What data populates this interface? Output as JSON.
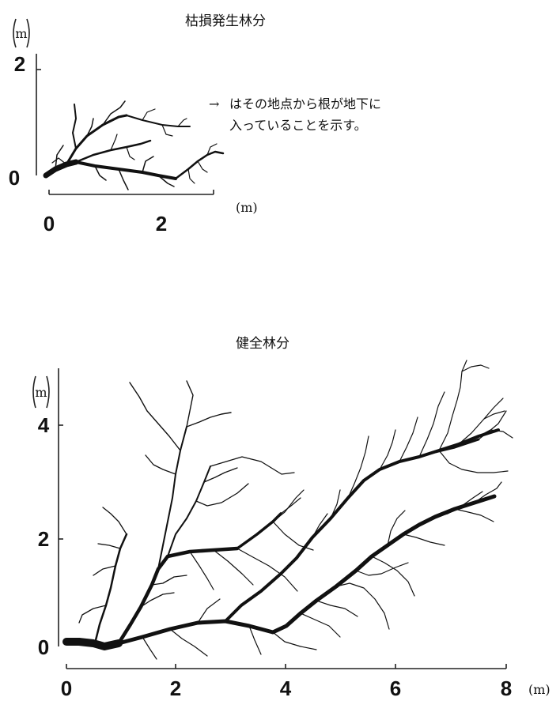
{
  "top_panel": {
    "title": "枯損発生林分",
    "y_unit": "m",
    "x_unit": "(m)",
    "y_ticks": [
      "2",
      "0"
    ],
    "x_ticks": [
      "0",
      "2"
    ],
    "note_arrow": "→",
    "note_line1": "はその地点から根が地下に",
    "note_line2": "入っていることを示す。"
  },
  "bottom_panel": {
    "title": "健全林分",
    "y_unit": "m",
    "x_unit": "(m)",
    "y_ticks": [
      "4",
      "2",
      "0"
    ],
    "x_ticks": [
      "0",
      "2",
      "4",
      "6",
      "8"
    ]
  },
  "colors": {
    "ink": "#111111",
    "background": "#ffffff"
  }
}
